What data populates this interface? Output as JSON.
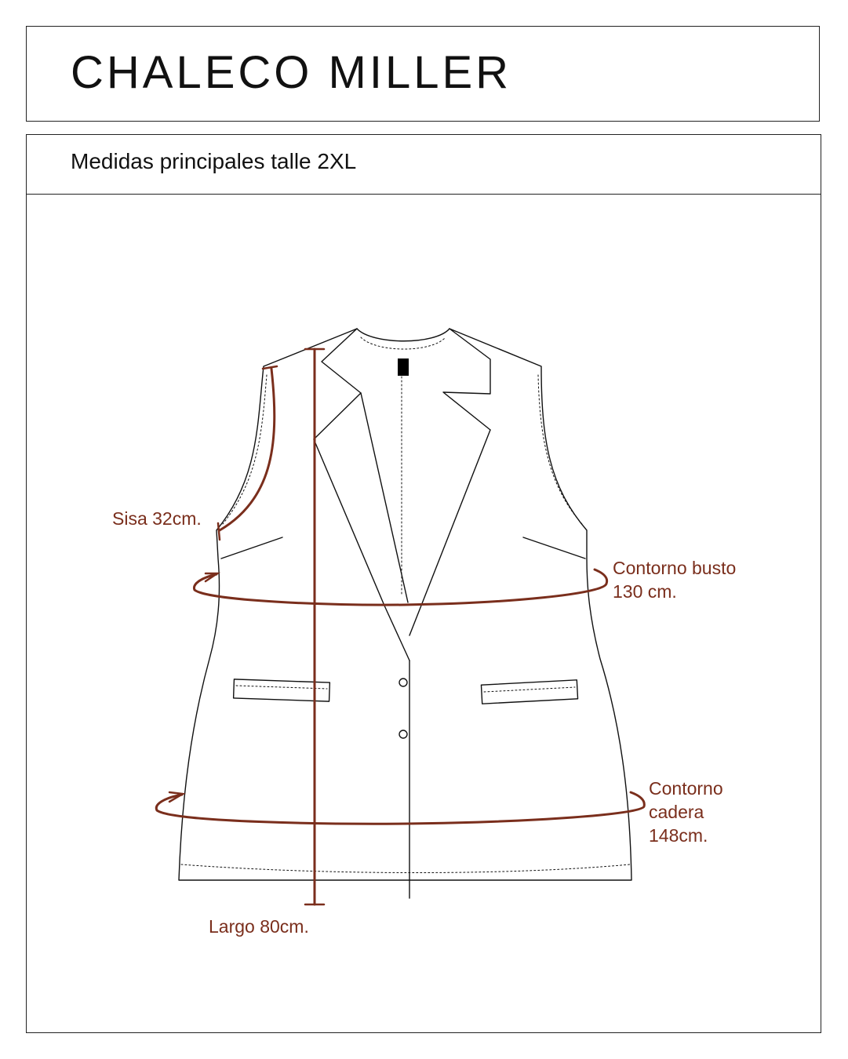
{
  "title": "CHALECO MILLER",
  "subtitle": "Medidas principales talle 2XL",
  "colors": {
    "measure": "#7a2e1c",
    "line": "#111111",
    "border": "#222222"
  },
  "measurements": {
    "sisa": "Sisa 32cm.",
    "busto": "Contorno busto\n130 cm.",
    "cadera": "Contorno\ncadera\n 148cm.",
    "largo": "Largo 80cm."
  }
}
